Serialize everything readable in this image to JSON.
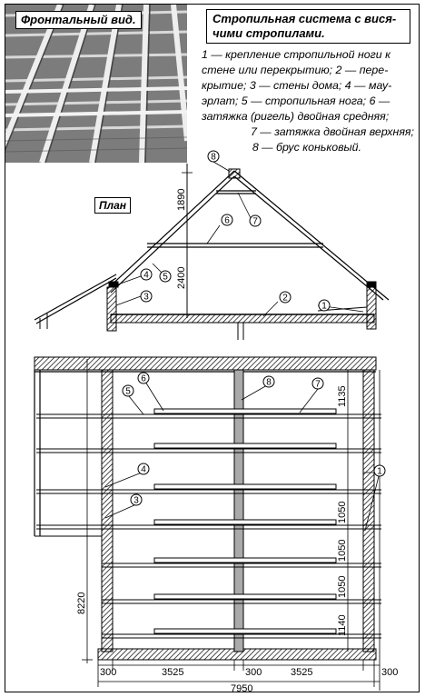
{
  "photo_label": "Фронтальный вид.",
  "title": "Стропильная система с вися-чими стропилами.",
  "legend": [
    "1 — крепление стропильной ноги к",
    "стене или перекрытию; 2 — пере-",
    "крытие; 3 — стены дома; 4 — мау-",
    "эрлат; 5 — стропильная нога; 6 —",
    "затяжка (ригель) двойная средняя;",
    "7 — затяжка двойная верхняя;",
    "8 — брус коньковый."
  ],
  "plan_label": "План",
  "section_dims": {
    "upper": "1890",
    "lower": "2400"
  },
  "section_callouts": [
    "8",
    "7",
    "6",
    "5",
    "4",
    "3",
    "2",
    "1"
  ],
  "plan_dims": {
    "right_spacings": [
      "1135",
      "1050",
      "1050",
      "1050",
      "1140"
    ],
    "left_height": "8220",
    "bottom_segments": [
      "300",
      "3525",
      "300",
      "3525",
      "300"
    ],
    "bottom_total": "7950"
  },
  "plan_callouts": [
    "6",
    "5",
    "8",
    "7",
    "4",
    "1",
    "3"
  ]
}
